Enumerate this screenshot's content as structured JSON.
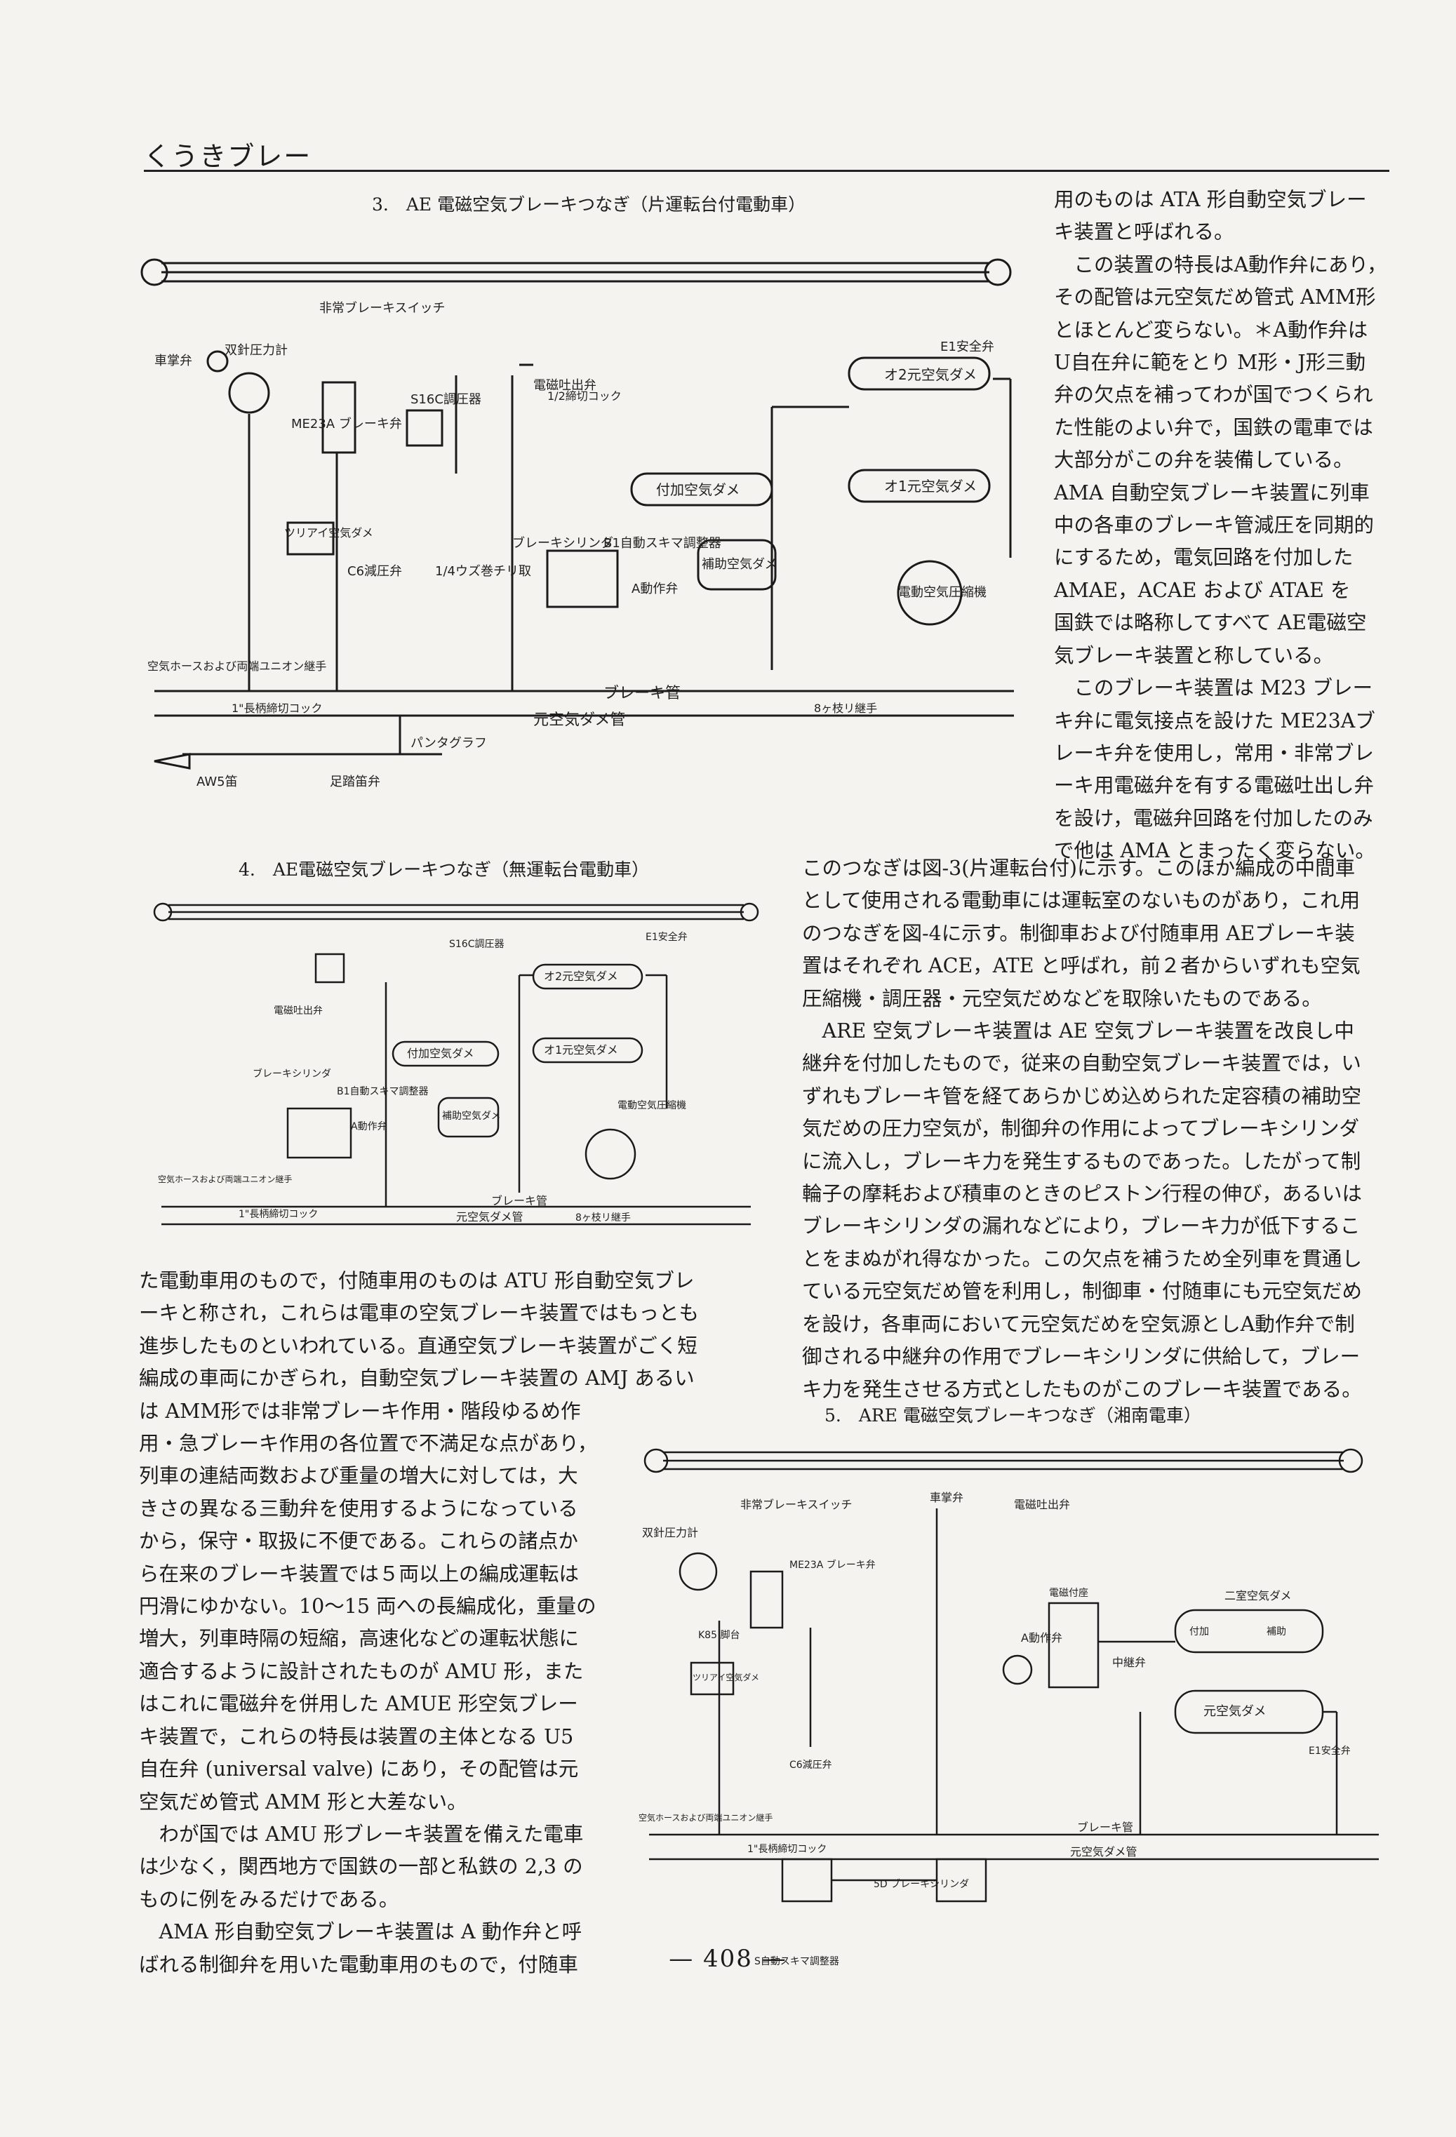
{
  "header": {
    "section": "くうきブレー"
  },
  "figures": [
    {
      "caption": "3.　AE 電磁空気ブレーキつなぎ（片運転台付電動車）",
      "labels": [
        "車掌弁",
        "双針圧力計",
        "非常ブレーキスイッチ",
        "ME23A ブレーキ弁",
        "S16C調圧器",
        "電磁吐出弁",
        "E1安全弁",
        "オ2元空気ダメ",
        "オ1元空気ダメ",
        "付加空気ダメ",
        "B1自動スキマ調整器",
        "補助空気ダメ",
        "ブレーキシリンダ",
        "A動作弁",
        "ツリアイ空気ダメ",
        "C6減圧弁",
        "1/4ウズ巻チリ取",
        "電動空気圧縮機",
        "空気ホースおよび両端ユニオン継手",
        "1\"長柄締切コック",
        "ブレーキ管",
        "元空気ダメ管",
        "8ヶ枝リ継手",
        "パンタグラフ",
        "AW5笛",
        "足踏笛弁",
        "1/2締切コック"
      ]
    },
    {
      "caption": "4.　AE電磁空気ブレーキつなぎ（無運転台電動車）",
      "labels": [
        "S16C調圧器",
        "E1安全弁",
        "オ2元空気ダメ",
        "オ1元空気ダメ",
        "付加空気ダメ",
        "電磁吐出弁",
        "ブレーキシリンダ",
        "B1自動スキマ調整器",
        "補助空気ダメ",
        "A動作弁",
        "電動空気圧縮機",
        "空気ホースおよび両端ユニオン継手",
        "1\"長柄締切コック",
        "ブレーキ管",
        "元空気ダメ管",
        "8ヶ枝リ継手"
      ]
    },
    {
      "caption": "5.　ARE 電磁空気ブレーキつなぎ（湘南電車）",
      "labels": [
        "非常ブレーキスイッチ",
        "双針圧力計",
        "車掌弁",
        "ME23A ブレーキ弁",
        "K85 脚台",
        "ツリアイ空気ダメ",
        "電磁吐出弁",
        "二室空気ダメ",
        "付加",
        "補助",
        "電磁付座",
        "A動作弁",
        "中継弁",
        "元空気ダメ",
        "E1安全弁",
        "C6減圧弁",
        "空気ホースおよび両端ユニオン継手",
        "1\"長柄締切コック",
        "ブレーキ管",
        "元空気ダメ管",
        "5D ブレーキシリンダ",
        "S自動スキマ調整器"
      ]
    }
  ],
  "right_column": {
    "lines": [
      "用のものは ATA 形自動空気ブレー",
      "キ装置と呼ばれる。",
      "　この装置の特長はA動作弁にあり，",
      "その配管は元空気だめ管式 AMM形",
      "とほとんど変らない。＊A動作弁は",
      "U自在弁に範をとり M形・J形三動",
      "弁の欠点を補ってわが国でつくられ",
      "た性能のよい弁で，国鉄の電車では",
      "大部分がこの弁を装備している。",
      "AMA 自動空気ブレーキ装置に列車",
      "中の各車のブレーキ管減圧を同期的",
      "にするため，電気回路を付加した",
      "AMAE，ACAE および ATAE を",
      "国鉄では略称してすべて AE電磁空",
      "気ブレーキ装置と称している。",
      "　このブレーキ装置は M23 ブレー",
      "キ弁に電気接点を設けた ME23Aブ",
      "レーキ弁を使用し，常用・非常ブレ",
      "ーキ用電磁弁を有する電磁吐出し弁",
      "を設け，電磁弁回路を付加したのみ",
      "で他は AMA とまったく変らない。"
    ]
  },
  "middle_right_text": {
    "lines": [
      "このつなぎは図-3(片運転台付)に示す。このほか編成の中間車",
      "として使用される電動車には運転室のないものがあり，これ用",
      "のつなぎを図-4に示す。制御車および付随車用 AEブレーキ装",
      "置はそれぞれ ACE，ATE と呼ばれ，前２者からいずれも空気",
      "圧縮機・調圧器・元空気だめなどを取除いたものである。",
      "　ARE 空気ブレーキ装置は AE 空気ブレーキ装置を改良し中",
      "継弁を付加したもので，従来の自動空気ブレーキ装置では，い",
      "ずれもブレーキ管を経てあらかじめ込められた定容積の補助空",
      "気だめの圧力空気が，制御弁の作用によってブレーキシリンダ",
      "に流入し，ブレーキ力を発生するものであった。したがって制",
      "輪子の摩耗および積車のときのピストン行程の伸び，あるいは",
      "ブレーキシリンダの漏れなどにより，ブレーキ力が低下するこ",
      "とをまぬがれ得なかった。この欠点を補うため全列車を貫通し",
      "ている元空気だめ管を利用し，制御車・付随車にも元空気だめ",
      "を設け，各車両において元空気だめを空気源としA動作弁で制",
      "御される中継弁の作用でブレーキシリンダに供給して，ブレー",
      "キ力を発生させる方式としたものがこのブレーキ装置である。"
    ]
  },
  "left_column": {
    "lines": [
      "た電動車用のもので，付随車用のものは ATU 形自動空気ブレ",
      "ーキと称され，これらは電車の空気ブレーキ装置ではもっとも",
      "進歩したものといわれている。直通空気ブレーキ装置がごく短",
      "編成の車両にかぎられ，自動空気ブレーキ装置の AMJ あるい",
      "は AMM形では非常ブレーキ作用・階段ゆるめ作",
      "用・急ブレーキ作用の各位置で不満足な点があり，",
      "列車の連結両数および重量の増大に対しては，大",
      "きさの異なる三動弁を使用するようになっている",
      "から，保守・取扱に不便である。これらの諸点か",
      "ら在来のブレーキ装置では５両以上の編成運転は",
      "円滑にゆかない。10～15 両への長編成化，重量の",
      "増大，列車時隔の短縮，高速化などの運転状態に",
      "適合するように設計されたものが AMU 形，また",
      "はこれに電磁弁を併用した AMUE 形空気ブレー",
      "キ装置で，これらの特長は装置の主体となる U5",
      "自在弁 (universal valve) にあり，その配管は元",
      "空気だめ管式 AMM 形と大差ない。",
      "　わが国では AMU 形ブレーキ装置を備えた電車",
      "は少なく，関西地方で国鉄の一部と私鉄の 2,3 の",
      "ものに例をみるだけである。",
      "　AMA 形自動空気ブレーキ装置は A 動作弁と呼",
      "ばれる制御弁を用いた電動車用のもので，付随車"
    ]
  },
  "footer": {
    "page_number": "— 408 —"
  }
}
